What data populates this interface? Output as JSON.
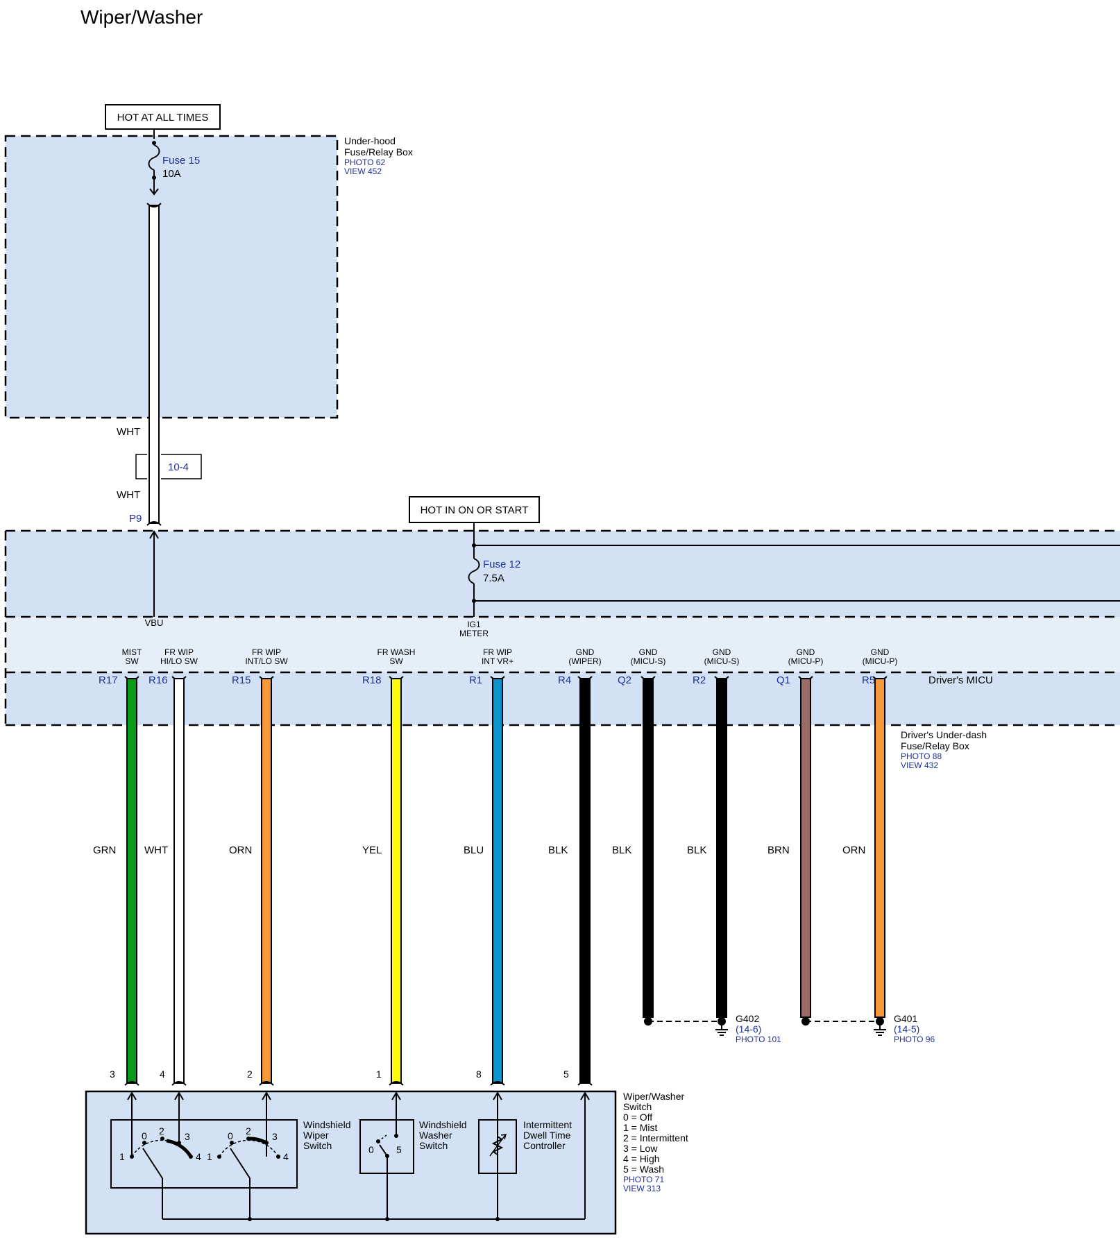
{
  "title": "Wiper/Washer",
  "colors": {
    "panel": "#d2e2f4",
    "ref_text": "#1f2f9a",
    "GRN": "#0a9a1a",
    "WHT": "#ffffff",
    "ORN": "#f7983a",
    "YEL": "#fbfb0a",
    "BLU": "#0c94cc",
    "BLK": "#000000",
    "BRN": "#9b6b68"
  },
  "power": {
    "always": "HOT AT ALL TIMES",
    "on_start": "HOT IN ON OR START"
  },
  "underhood_box": {
    "name_line1": "Under-hood",
    "name_line2": "Fuse/Relay Box",
    "photo": "PHOTO 62",
    "view": "VIEW 452",
    "fuse_name": "Fuse 15",
    "fuse_rating": "10A",
    "wire_top": "WHT",
    "wire_bottom": "WHT",
    "splice": "10-4",
    "pin": "P9",
    "terminal": "VBU"
  },
  "underdash_box": {
    "fuse_name": "Fuse 12",
    "fuse_rating": "7.5A",
    "terminal_line1": "IG1",
    "terminal_line2": "METER",
    "micu_label": "Driver's MICU",
    "name_line1": "Driver's Under-dash",
    "name_line2": "Fuse/Relay Box",
    "photo": "PHOTO 88",
    "view": "VIEW 432"
  },
  "wires": [
    {
      "sig1": "MIST",
      "sig2": "SW",
      "pin": "R17",
      "color": "GRN",
      "sw_pin": "3"
    },
    {
      "sig1": "FR WIP",
      "sig2": "HI/LO SW",
      "pin": "R16",
      "color": "WHT",
      "sw_pin": "4"
    },
    {
      "sig1": "FR WIP",
      "sig2": "INT/LO SW",
      "pin": "R15",
      "color": "ORN",
      "sw_pin": "2"
    },
    {
      "sig1": "FR WASH",
      "sig2": "SW",
      "pin": "R18",
      "color": "YEL",
      "sw_pin": "1"
    },
    {
      "sig1": "FR WIP",
      "sig2": "INT VR+",
      "pin": "R1",
      "color": "BLU",
      "sw_pin": "8"
    },
    {
      "sig1": "GND",
      "sig2": "(WIPER)",
      "pin": "R4",
      "color": "BLK",
      "sw_pin": "5"
    },
    {
      "sig1": "GND",
      "sig2": "(MICU-S)",
      "pin": "Q2",
      "color": "BLK"
    },
    {
      "sig1": "GND",
      "sig2": "(MICU-S)",
      "pin": "R2",
      "color": "BLK"
    },
    {
      "sig1": "GND",
      "sig2": "(MICU-P)",
      "pin": "Q1",
      "color": "BRN"
    },
    {
      "sig1": "GND",
      "sig2": "(MICU-P)",
      "pin": "R5",
      "color": "ORN"
    }
  ],
  "grounds": [
    {
      "name": "G402",
      "ref": "(14-6)",
      "photo": "PHOTO 101"
    },
    {
      "name": "G401",
      "ref": "(14-5)",
      "photo": "PHOTO 96"
    }
  ],
  "switch": {
    "name_line1": "Wiper/Washer",
    "name_line2": "Switch",
    "legend": [
      "0 = Off",
      "1 = Mist",
      "2 = Intermittent",
      "3 = Low",
      "4 = High",
      "5 = Wash"
    ],
    "photo": "PHOTO 71",
    "view": "VIEW 313",
    "wiper_sw": [
      "Windshield",
      "Wiper",
      "Switch"
    ],
    "washer_sw": [
      "Windshield",
      "Washer",
      "Switch"
    ],
    "dwell": [
      "Intermittent",
      "Dwell Time",
      "Controller"
    ],
    "pos": {
      "p0": "0",
      "p1": "1",
      "p2": "2",
      "p3": "3",
      "p4": "4",
      "p5": "5"
    }
  }
}
